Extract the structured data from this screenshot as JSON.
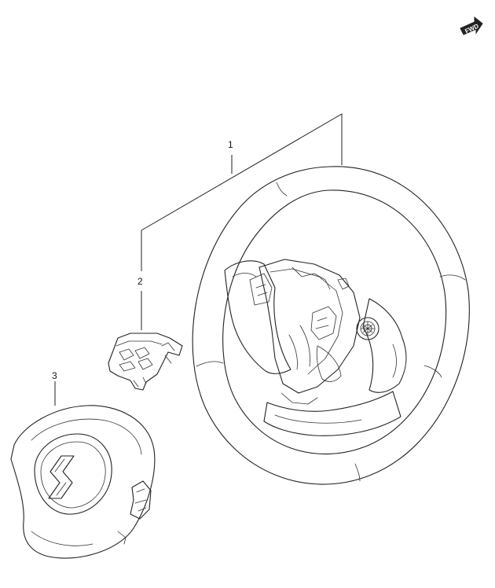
{
  "fwd_badge": {
    "label": "FWD",
    "icon": "forward-arrow-icon"
  },
  "callouts": [
    {
      "id": "1",
      "label": "1",
      "part": "steering-wheel"
    },
    {
      "id": "2",
      "label": "2",
      "part": "steering-switch"
    },
    {
      "id": "3",
      "label": "3",
      "part": "airbag-module"
    }
  ]
}
